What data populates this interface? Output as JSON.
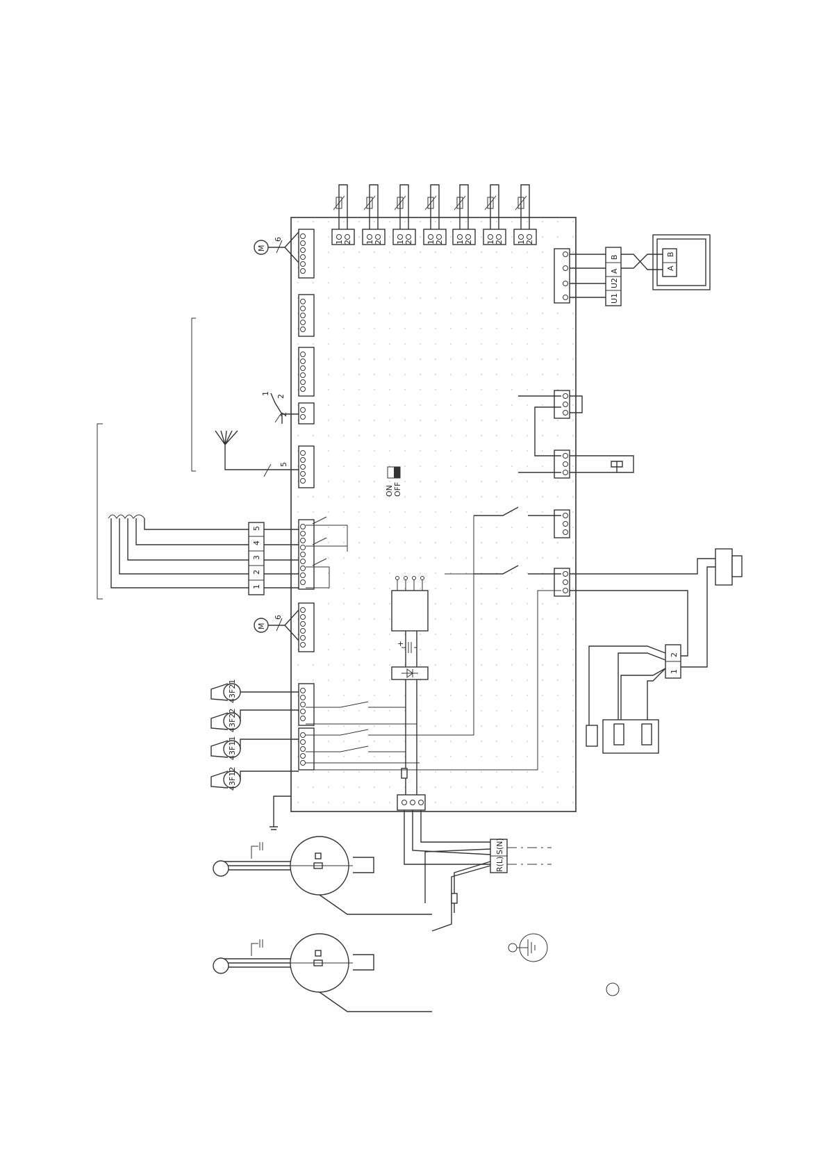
{
  "colors": {
    "line": "#333333",
    "dots": "#c4c4c4",
    "background": "#ffffff",
    "switch": "#333333"
  },
  "switch": {
    "on": "ON",
    "off": "OFF"
  },
  "terminal_labels": {
    "remote_a": "A",
    "remote_b": "B",
    "term_u1": "U1",
    "term_u2": "U2",
    "term_a": "A",
    "term_b": "B",
    "power_r": "R(L)",
    "power_s": "S(N)"
  },
  "pressure_switches": [
    "43F21",
    "43F22",
    "43F11",
    "43F12"
  ],
  "relay_terminals": [
    "1",
    "2",
    "3",
    "4",
    "5"
  ],
  "motor_label": "M",
  "motor_wire_count": "6",
  "sensor_wire_count": "5",
  "sensor_pins": [
    "1",
    "2",
    "3",
    "4",
    "5"
  ],
  "pair_pins": [
    "1",
    "2"
  ],
  "icons": [
    "motor-icon",
    "thermistor-icon",
    "ground-icon",
    "capacitor-icon",
    "diode-bridge-icon",
    "compressor-icon",
    "dip-switch-icon"
  ]
}
